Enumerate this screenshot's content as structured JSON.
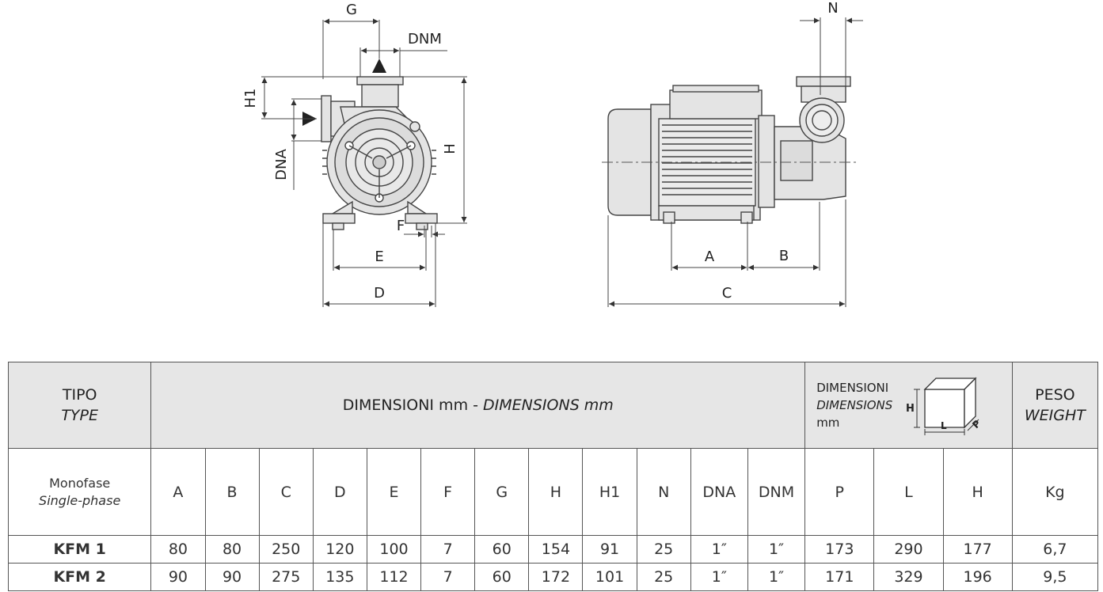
{
  "drawing_labels": {
    "G": "G",
    "DNM": "DNM",
    "H1": "H1",
    "DNA": "DNA",
    "H": "H",
    "F": "F",
    "E": "E",
    "D": "D",
    "N": "N",
    "A": "A",
    "B": "B",
    "C": "C"
  },
  "table": {
    "type_header": [
      "TIPO",
      "TYPE"
    ],
    "dimensions_header": [
      "DIMENSIONI mm - ",
      "DIMENSIONS mm"
    ],
    "box_header": [
      "DIMENSIONI",
      "DIMENSIONS",
      "mm"
    ],
    "box_icon_letters": {
      "H": "H",
      "L": "L",
      "P": "P"
    },
    "weight_header": [
      "PESO",
      "WEIGHT"
    ],
    "phase_label": [
      "Monofase",
      "Single-phase"
    ],
    "columns": [
      "A",
      "B",
      "C",
      "D",
      "E",
      "F",
      "G",
      "H",
      "H1",
      "N",
      "DNA",
      "DNM",
      "P",
      "L",
      "H",
      "Kg"
    ],
    "rows": [
      {
        "type": "KFM 1",
        "values": [
          "80",
          "80",
          "250",
          "120",
          "100",
          "7",
          "60",
          "154",
          "91",
          "25",
          "1″",
          "1″",
          "173",
          "290",
          "177",
          "6,7"
        ]
      },
      {
        "type": "KFM 2",
        "values": [
          "90",
          "90",
          "275",
          "135",
          "112",
          "7",
          "60",
          "172",
          "101",
          "25",
          "1″",
          "1″",
          "171",
          "329",
          "196",
          "9,5"
        ]
      }
    ]
  },
  "colors": {
    "header_bg": "#e6e6e6",
    "line": "#444444"
  }
}
